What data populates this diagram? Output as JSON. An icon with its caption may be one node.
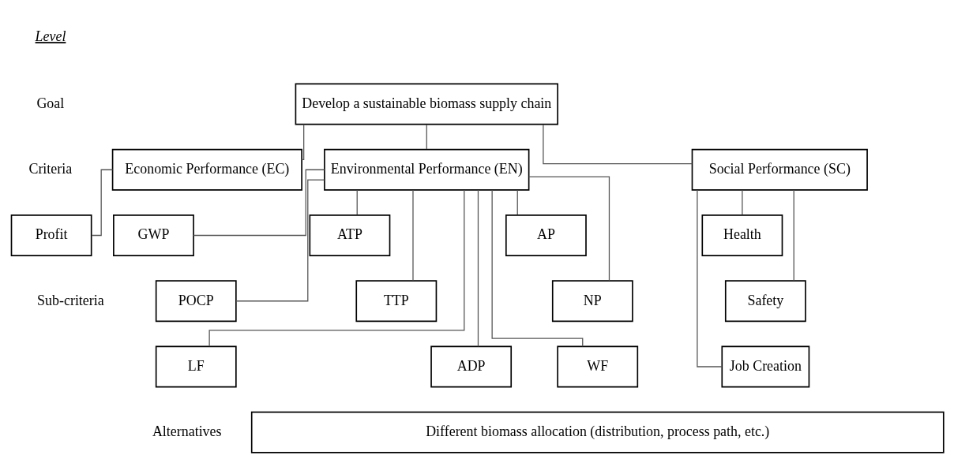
{
  "diagram": {
    "nodes": [
      {
        "text": [
          "Develop a sustainable biomass supply chain"
        ]
      },
      {
        "text": [
          "Economic Performance (EC)"
        ]
      },
      {
        "text": [
          "Environmental Performance (EN)"
        ]
      },
      {
        "text": [
          "Social Performance (SC)"
        ]
      },
      {
        "text": [
          "Profit"
        ]
      },
      {
        "text": [
          "GWP"
        ]
      },
      {
        "text": [
          "POCP"
        ]
      },
      {
        "text": [
          "LF"
        ]
      },
      {
        "text": [
          "ATP"
        ]
      },
      {
        "text": [
          "TTP"
        ]
      },
      {
        "text": [
          "ADP"
        ]
      },
      {
        "text": [
          "AP"
        ]
      },
      {
        "text": [
          "NP"
        ]
      },
      {
        "text": [
          "WF"
        ]
      },
      {
        "text": [
          "Health"
        ]
      },
      {
        "text": [
          "Safety"
        ]
      },
      {
        "text": [
          "Job Creation"
        ]
      },
      {
        "text": [
          "Different biomass allocation (distribution, process path, etc.)"
        ]
      }
    ],
    "edges": [
      {
        "from": 0,
        "to": 1,
        "arrow": "none"
      },
      {
        "from": 0,
        "to": 2,
        "arrow": "none"
      },
      {
        "from": 0,
        "to": 3,
        "arrow": "none"
      },
      {
        "from": 1,
        "to": 4,
        "arrow": "none"
      },
      {
        "from": 2,
        "to": 5,
        "arrow": "none"
      },
      {
        "from": 2,
        "to": 6,
        "arrow": "none"
      },
      {
        "from": 2,
        "to": 7,
        "arrow": "none"
      },
      {
        "from": 2,
        "to": 8,
        "arrow": "none"
      },
      {
        "from": 2,
        "to": 9,
        "arrow": "none"
      },
      {
        "from": 2,
        "to": 10,
        "arrow": "none"
      },
      {
        "from": 2,
        "to": 11,
        "arrow": "none"
      },
      {
        "from": 2,
        "to": 12,
        "arrow": "none"
      },
      {
        "from": 2,
        "to": 13,
        "arrow": "none"
      },
      {
        "from": 3,
        "to": 14,
        "arrow": "none"
      },
      {
        "from": 3,
        "to": 15,
        "arrow": "none"
      },
      {
        "from": 3,
        "to": 16,
        "arrow": "none"
      }
    ],
    "labels": [
      "Level",
      "Goal",
      "Criteria",
      "Sub-criteria",
      "Alternatives"
    ]
  }
}
